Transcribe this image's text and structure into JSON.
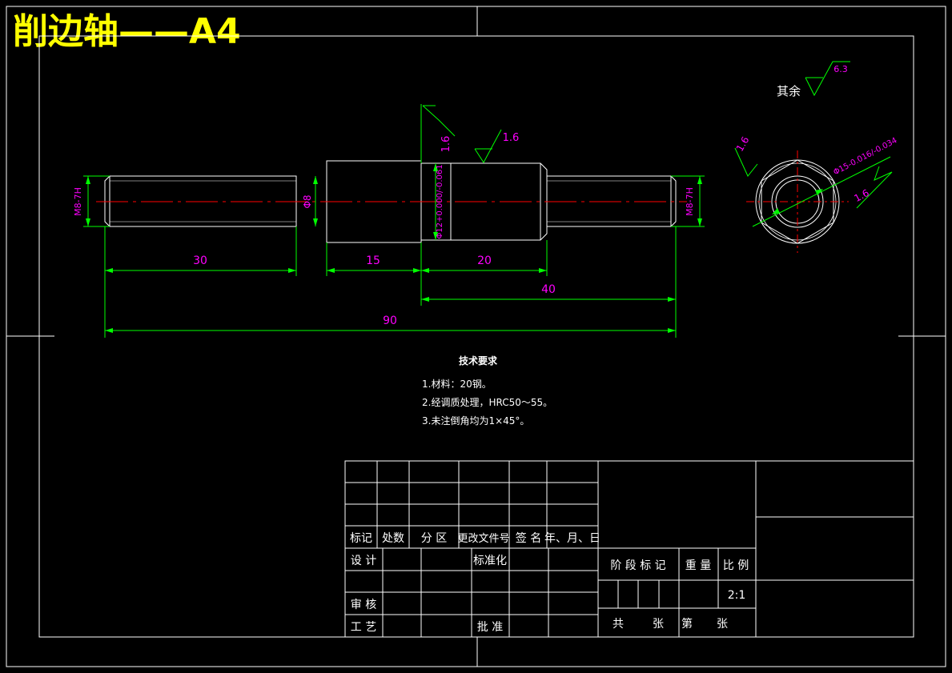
{
  "title": "削边轴——A4",
  "dimensions": {
    "d30": "30",
    "d15": "15",
    "d20": "20",
    "d40": "40",
    "d90": "90",
    "thread_left": "M8-7H",
    "thread_right": "M8-7H",
    "dia8": "Φ8",
    "dia12": "Φ12+0.000/-0.061",
    "dia15": "Φ15-0.016/-0.034"
  },
  "roughness": {
    "other_label": "其余",
    "other_value": "6.3",
    "top_left": "1.6",
    "top_right": "1.6",
    "side_view_a": "1.6",
    "side_view_b": "1.6"
  },
  "tech_requirements": {
    "heading": "技术要求",
    "items": [
      "1.材料：20钢。",
      "2.经调质处理，HRC50～55。",
      "3.未注倒角均为1×45°。"
    ]
  },
  "title_block": {
    "mark": "标记",
    "count": "处数",
    "zone": "分 区",
    "change_doc": "更改文件号",
    "signature": "签 名",
    "date": "年、月、日",
    "design": "设 计",
    "standardize": "标准化",
    "review": "审 核",
    "process": "工 艺",
    "approve": "批 准",
    "stage_mark": "阶 段 标 记",
    "weight": "重 量",
    "scale": "比 例",
    "scale_value": "2:1",
    "total": "共",
    "sheets": "张",
    "page_no": "第",
    "sheets2": "张"
  },
  "colors": {
    "background": "#000000",
    "outline": "#ffffff",
    "dimension": "#00ff00",
    "centerline": "#ff0000",
    "dim_text": "#ff00ff",
    "title": "#ffff00"
  }
}
